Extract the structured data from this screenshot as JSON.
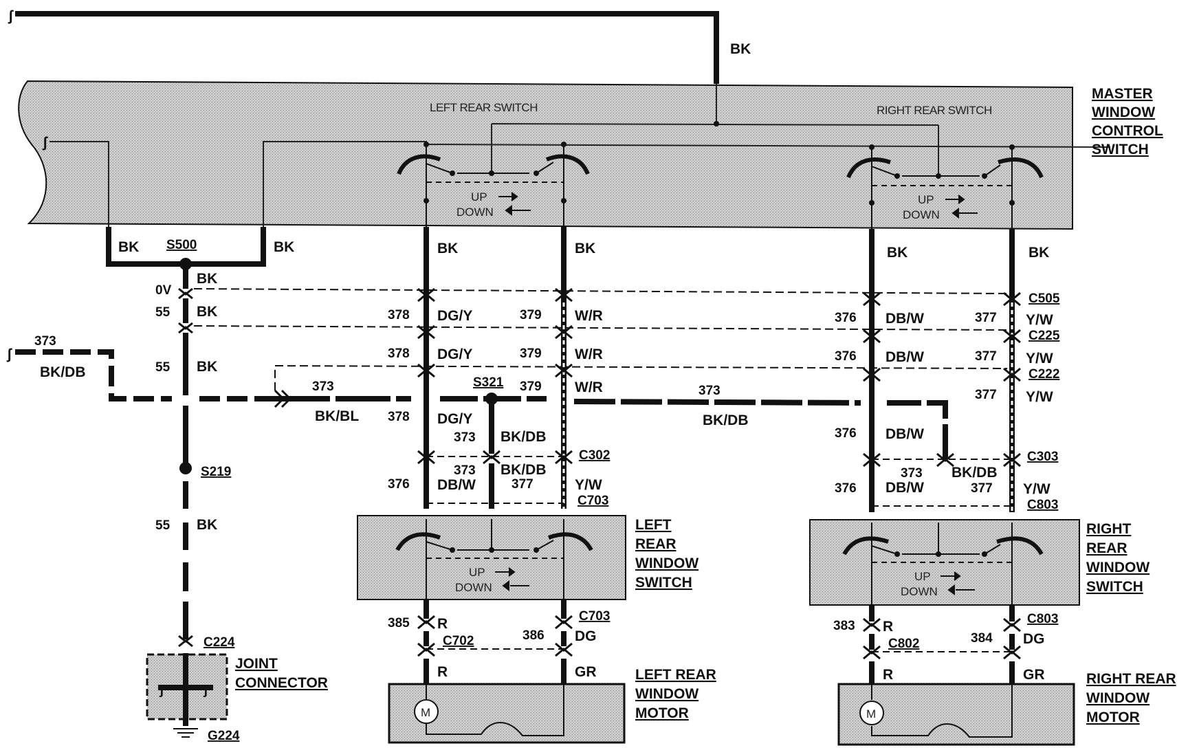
{
  "wire_colors": {
    "bk": "BK",
    "bk_db": "BK/DB",
    "bk_bl": "BK/BL",
    "dg_y": "DG/Y",
    "w_r": "W/R",
    "db_w": "DB/W",
    "y_w": "Y/W",
    "r": "R",
    "dg": "DG",
    "gr": "GR"
  },
  "circuits": {
    "c373": "373",
    "c378": "378",
    "c379": "379",
    "c376": "376",
    "c377": "377",
    "c55": "55",
    "c385": "385",
    "c386": "386",
    "c383": "383",
    "c384": "384",
    "zero_v": "0V"
  },
  "splices": {
    "s500": "S500",
    "s321": "S321",
    "s219": "S219"
  },
  "connectors": {
    "c505": "C505",
    "c225": "C225",
    "c222": "C222",
    "c302": "C302",
    "c303": "C303",
    "c703": "C703",
    "c803": "C803",
    "c702": "C702",
    "c802": "C802",
    "c224": "C224",
    "g224": "G224"
  },
  "switch_text": {
    "left_rear_switch": "LEFT REAR SWITCH",
    "right_rear_switch": "RIGHT REAR SWITCH",
    "up": "UP",
    "down": "DOWN"
  },
  "motor_symbol": "M",
  "components": {
    "master": [
      "MASTER",
      "WINDOW",
      "CONTROL",
      "SWITCH"
    ],
    "left_switch": [
      "LEFT",
      "REAR",
      "WINDOW",
      "SWITCH"
    ],
    "right_switch": [
      "RIGHT",
      "REAR",
      "WINDOW",
      "SWITCH"
    ],
    "left_motor": [
      "LEFT REAR",
      "WINDOW",
      "MOTOR"
    ],
    "right_motor": [
      "RIGHT REAR",
      "WINDOW",
      "MOTOR"
    ],
    "joint": [
      "JOINT",
      "CONNECTOR"
    ]
  }
}
